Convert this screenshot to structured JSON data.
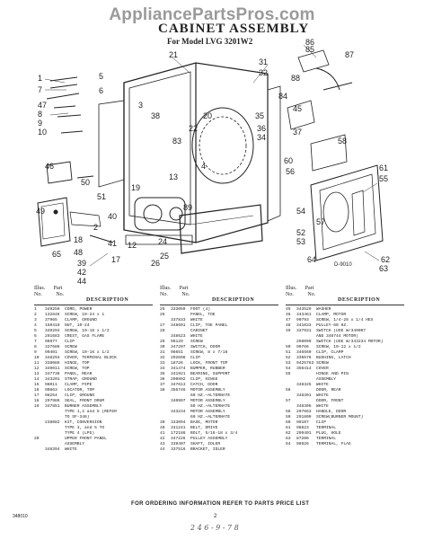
{
  "watermark": "AppliancePartsPros.com",
  "title": "CABINET ASSEMBLY",
  "subtitle": "For Model LVG 3201W2",
  "callouts": [
    "86",
    "85",
    "87",
    "31",
    "32",
    "21",
    "1",
    "7",
    "5",
    "88",
    "6",
    "84",
    "47",
    "8",
    "9",
    "10",
    "83",
    "38",
    "35",
    "45",
    "3",
    "36",
    "34",
    "37",
    "13",
    "20",
    "4",
    "22",
    "58",
    "46",
    "49",
    "89",
    "18",
    "60",
    "56",
    "61",
    "55",
    "41",
    "48",
    "39",
    "42",
    "44",
    "26",
    "54",
    "52",
    "53",
    "57",
    "64",
    "63",
    "62",
    "17",
    "12",
    "25",
    "65",
    "2",
    "40",
    "50",
    "51",
    "19",
    "24"
  ],
  "stamp": "D-9010",
  "columns": [
    {
      "header": {
        "illus": "Illus.",
        "part": "Part",
        "no": "No.",
        "pno": "No.",
        "desc": "DESCRIPTION"
      },
      "rows": [
        [
          "1",
          "349259",
          "CORD, POWER"
        ],
        [
          "2",
          "132846",
          "SCREW, 10-24 x 1"
        ],
        [
          "3",
          "37965",
          "CLAMP, GROUND"
        ],
        [
          "4",
          "150419",
          "NUT, 10-24"
        ],
        [
          "5",
          "349294",
          "SCREW, 10-16 x 1/2"
        ],
        [
          "6",
          "291683",
          "CREST, GAS FLAME"
        ],
        [
          "7",
          "98977",
          "CLIP"
        ],
        [
          "8",
          "337686",
          "SCREW"
        ],
        [
          "9",
          "90401",
          "SCREW, 10-16 x 1/2"
        ],
        [
          "10",
          "348294",
          "COVER, TERMINAL BLOCK"
        ],
        [
          "11",
          "338086",
          "HINGE, TOP"
        ],
        [
          "12",
          "349011",
          "SCREW, TOP"
        ],
        [
          "13",
          "347736",
          "PANEL, REAR"
        ],
        [
          "14",
          "343201",
          "STRAP, GROUND"
        ],
        [
          "15",
          "98011",
          "CLAMP, PIPE"
        ],
        [
          "16",
          "90663",
          "LOCATOR, TOP"
        ],
        [
          "17",
          "98254",
          "CLIP, GROUND"
        ],
        [
          "18",
          "297986",
          "SEAL, FRONT DRUM"
        ],
        [
          "19",
          "347851",
          "BURNER ASSEMBLY"
        ],
        [
          "",
          "",
          "TYPE 1,2 and 5 (REFER"
        ],
        [
          "",
          "",
          "TO SF-348)"
        ],
        [
          "",
          "238082",
          "KIT, CONVERSION"
        ],
        [
          "",
          "",
          "TYPE 3, and 5 TO"
        ],
        [
          "",
          "",
          "TYPE 4 (LPG)"
        ],
        [
          "20",
          "",
          "UPPER FRONT PANEL"
        ],
        [
          "",
          "",
          "ASSEMBLY"
        ],
        [
          "",
          "348394",
          "WHITE"
        ]
      ]
    },
    {
      "header": {
        "illus": "Illus.",
        "part": "Part",
        "no": "No.",
        "pno": "No.",
        "desc": "DESCRIPTION"
      },
      "rows": [
        [
          "25",
          "333059",
          "FOOT (4)"
        ],
        [
          "26",
          "",
          "PANEL, TOE"
        ],
        [
          "",
          "337833",
          "WHITE"
        ],
        [
          "27",
          "348601",
          "CLIP, TOE PANEL"
        ],
        [
          "28",
          "",
          "CABINET"
        ],
        [
          "",
          "348623",
          "WHITE"
        ],
        [
          "29",
          "98129",
          "SCREW"
        ],
        [
          "30",
          "347207",
          "SWITCH, DOOR"
        ],
        [
          "31",
          "98651",
          "SCREW, 8 x 7/16"
        ],
        [
          "32",
          "292698",
          "CLIP"
        ],
        [
          "33",
          "18726",
          "LOCK, FRONT TOP"
        ],
        [
          "34",
          "341474",
          "BUMPER, RUBBER"
        ],
        [
          "35",
          "341921",
          "BEARING, SUPPORT"
        ],
        [
          "36",
          "290892",
          "CLIP, HINGE"
        ],
        [
          "37",
          "347613",
          "CATCH, DOOR"
        ],
        [
          "38",
          "356746",
          "MOTOR ASSEMBLY"
        ],
        [
          "",
          "",
          "60 HZ.—ALTERNATE"
        ],
        [
          "",
          "340907",
          "MOTOR ASSEMBLY"
        ],
        [
          "",
          "",
          "60 HZ.—ALTERNATE"
        ],
        [
          "",
          "343234",
          "MOTOR ASSEMBLY"
        ],
        [
          "",
          "",
          "60 HZ.—ALTERNATE"
        ],
        [
          "39",
          "333094",
          "BASE, MOTOR"
        ],
        [
          "40",
          "341241",
          "BELT, DRIVE"
        ],
        [
          "41",
          "172186",
          "BOLT, 5/16-18 x 3/4"
        ],
        [
          "42",
          "347226",
          "PULLEY ASSEMBLY"
        ],
        [
          "43",
          "339407",
          "SHAFT, IDLER"
        ],
        [
          "44",
          "337516",
          "BRACKET, IDLER"
        ]
      ]
    },
    {
      "header": {
        "illus": "Illus.",
        "part": "Part",
        "no": "No.",
        "pno": "No.",
        "desc": "DESCRIPTION"
      },
      "rows": [
        [
          "45",
          "343529",
          "WASHER"
        ],
        [
          "46",
          "343461",
          "CLAMP, MOTOR"
        ],
        [
          "47",
          "90793",
          "SCREW, 1/4-28 x 1/4 HEX"
        ],
        [
          "48",
          "341033",
          "PULLEY-60 HZ."
        ],
        [
          "49",
          "337931",
          "SWITCH (USE W/349007"
        ],
        [
          "",
          "",
          "AND 346744 MOTOR)"
        ],
        [
          "",
          "298099",
          "SWITCH (USE W/343234 MOTOR)"
        ],
        [
          "50",
          "90766",
          "SCREW, 10-12 x 1/2"
        ],
        [
          "51",
          "346560",
          "CLIP, CLAMP"
        ],
        [
          "52",
          "336676",
          "BUSHING, LATCH"
        ],
        [
          "53",
          "9425763",
          "SCREW"
        ],
        [
          "54",
          "356414",
          "COVER"
        ],
        [
          "55",
          "",
          "HINGE AND PIN"
        ],
        [
          "",
          "",
          "ASSEMBLY"
        ],
        [
          "",
          "348325",
          "WHITE"
        ],
        [
          "56",
          "",
          "DOOR, REAR"
        ],
        [
          "",
          "348301",
          "WHITE"
        ],
        [
          "57",
          "",
          "DOOR, FRONT"
        ],
        [
          "",
          "348305",
          "WHITE"
        ],
        [
          "58",
          "297663",
          "HANDLE, DOOR"
        ],
        [
          "59",
          "291809",
          "SCREW(BURNER MOUNT)"
        ],
        [
          "60",
          "99107",
          "CLIP"
        ],
        [
          "61",
          "98823",
          "TERMINAL"
        ],
        [
          "62",
          "299401",
          "PLUG, HOLE"
        ],
        [
          "63",
          "87206",
          "TERMINAL"
        ],
        [
          "64",
          "98826",
          "TERMINAL, FLAG"
        ],
        [
          "",
          "",
          ""
        ]
      ]
    }
  ],
  "footer": "FOR ORDERING INFORMATION REFER TO PARTS PRICE LIST",
  "page_number": "2",
  "sku": "348010",
  "handwriting": "2 4 6 - 9 - 7 8"
}
